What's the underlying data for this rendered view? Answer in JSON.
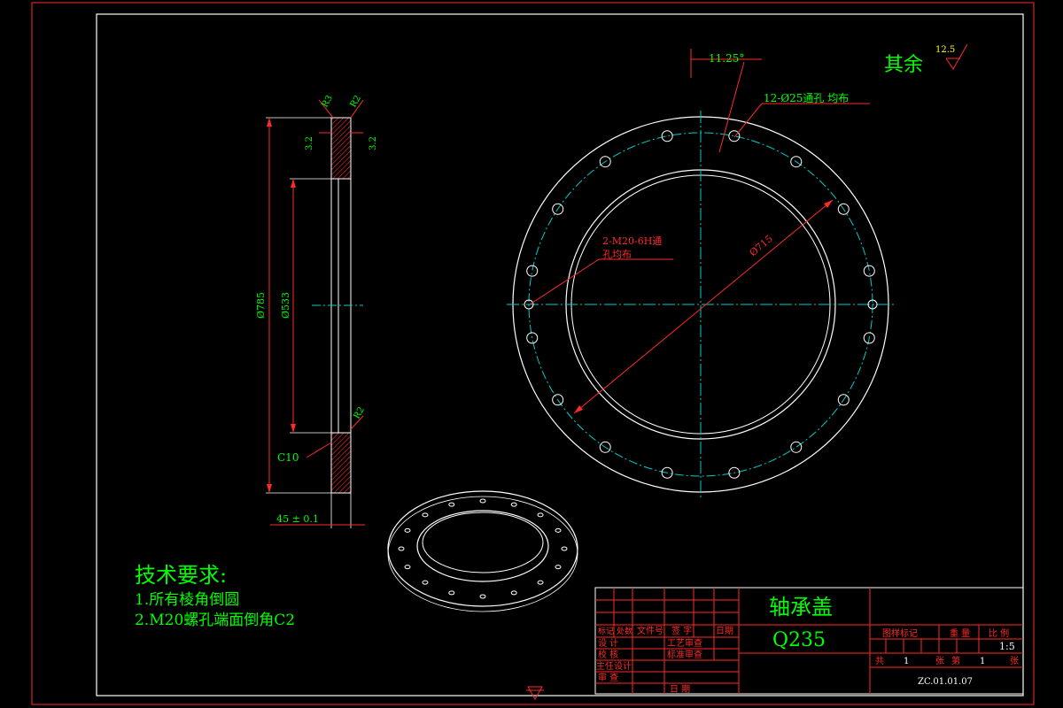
{
  "colors": {
    "background": "#000000",
    "frame": "#ff2a2a",
    "outline": "#ffffff",
    "text": "#00ff00",
    "center_line": "#00cccc",
    "hatch": "#ff2a2a"
  },
  "side_view": {
    "dims": {
      "d785": "Ø785",
      "d533": "Ø533",
      "r3": "R3",
      "r2_top": "R2",
      "r2_bottom": "R2",
      "t_left": "3.2",
      "t_right": "3.2",
      "c10": "C10",
      "thickness": "45 ± 0.1"
    }
  },
  "front_view": {
    "angle": "11.25°",
    "holes_note": "12-Ø25通孔 均布",
    "thread_note_1": "2-M20-6H通",
    "thread_note_2": "孔均布",
    "d715": "Ø715"
  },
  "roughness": {
    "label": "其余",
    "value": "12.5"
  },
  "tech": {
    "title": "技术要求:",
    "item1": "1.所有棱角倒圆",
    "item2": "2.M20螺孔端面倒角C2"
  },
  "title_block": {
    "part_name": "轴承盖",
    "material": "Q235",
    "h_biaoji": "标记",
    "h_chushu": "处数",
    "h_wenjianhao": "文件号",
    "h_qianzi": "签 字",
    "h_riqi": "日期",
    "sheji": "设 计",
    "gongyi": "工艺审查",
    "jiaohe": "校 核",
    "biaozhun": "标准审查",
    "zhuguan": "主任设计",
    "shenhe": "审 查",
    "riqi": "日 期",
    "tuyang": "图样标记",
    "zhongliang": "重 量",
    "bili": "比 例",
    "scale": "1:5",
    "gong": "共",
    "gong_n": "1",
    "zhang": "张",
    "di": "第",
    "di_n": "1",
    "zhang2": "张",
    "drawing_no": "ZC.01.01.07"
  }
}
